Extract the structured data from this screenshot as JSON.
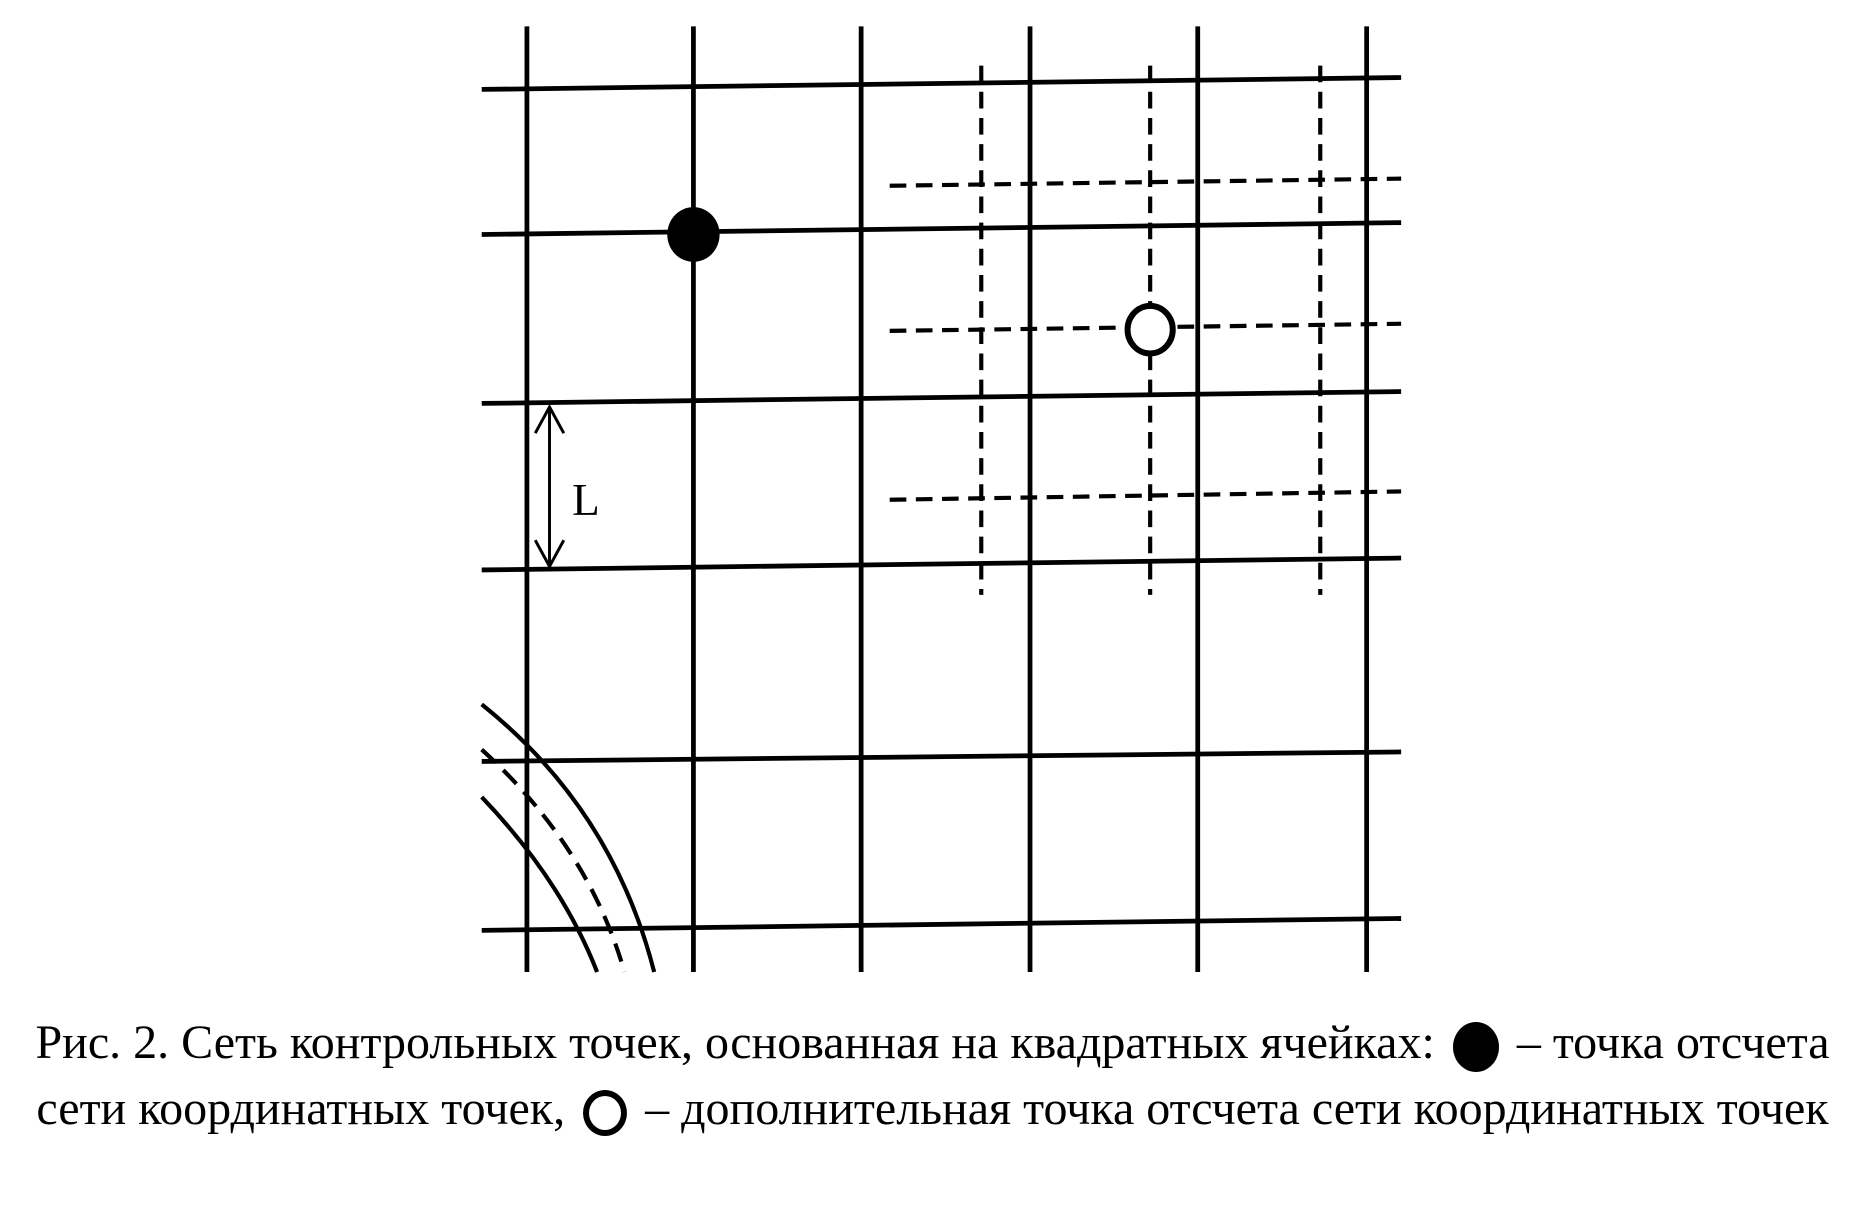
{
  "figure": {
    "dimension_label": "L",
    "caption": {
      "part1": "Рис. 2. Сеть контрольных точек, основанная на квадратных ячейках:",
      "part2": "– точка отсчета сети координатных точек,",
      "part3": "– дополнительная точка отсчета сети координатных точек"
    },
    "colors": {
      "line": "#000000",
      "background": "#ffffff"
    }
  }
}
